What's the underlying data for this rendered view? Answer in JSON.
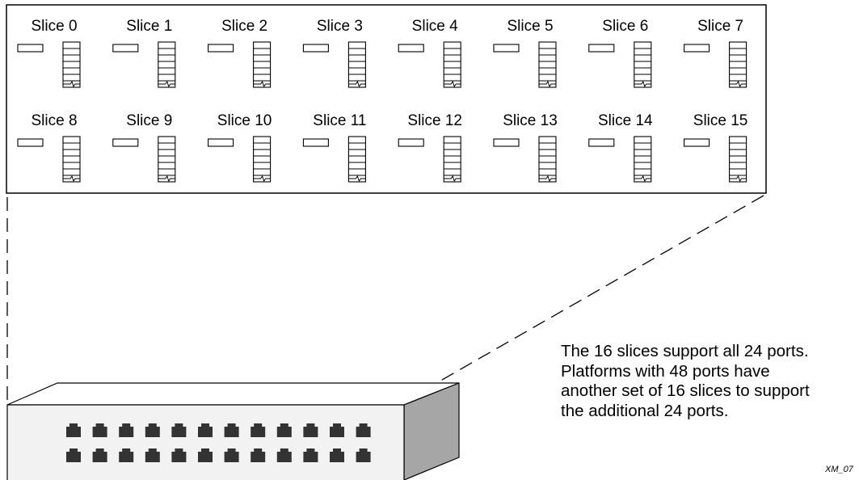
{
  "slices_row1": [
    "Slice 0",
    "Slice 1",
    "Slice 2",
    "Slice 3",
    "Slice 4",
    "Slice 5",
    "Slice 6",
    "Slice 7"
  ],
  "slices_row2": [
    "Slice 8",
    "Slice 9",
    "Slice 10",
    "Slice 11",
    "Slice 12",
    "Slice 13",
    "Slice 14",
    "Slice 15"
  ],
  "caption": {
    "line1": "The 16 slices support all 24 ports.",
    "line2": "Platforms with 48 ports have",
    "line3": "another set of 16 slices to support",
    "line4": "the additional 24 ports."
  },
  "figure_id": "XM_07",
  "switch": {
    "port_rows": 2,
    "ports_per_row": 12
  },
  "colors": {
    "line": "#000000",
    "port": "#333333",
    "switch_front": "#f2f2f2",
    "switch_side": "#a6a6a6",
    "switch_top": "#ffffff"
  }
}
